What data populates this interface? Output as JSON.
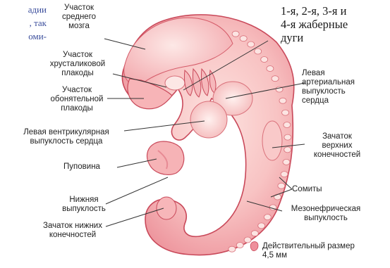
{
  "text_fragment": "адии\n, так\nоми-",
  "labels": {
    "midbrain": "Участок\nсреднего\nмозга",
    "arches": "1-я, 2-я, 3-я и\n4-я жаберные\nдуги",
    "lens": "Участок\nхрусталиковой\nплакоды",
    "olfactory": "Участок\nобонятельной\nплакоды",
    "arterial": "Левая\nартериальная\nвыпуклость\nсердца",
    "ventricular": "Левая вентрикулярная\nвыпуклость сердца",
    "upper_limb": "Зачаток\nверхних\nконечностей",
    "umbilical": "Пуповина",
    "somites": "Сомиты",
    "lower_prominence": "Нижняя\nвыпуклость",
    "mesonephric": "Мезонефрическая\nвыпуклость",
    "lower_limb": "Зачаток нижних\nконечностей",
    "actual_size": "Действительный размер\n4,5 мм"
  },
  "colors": {
    "body_outer": "#f2a2a6",
    "body_inner": "#fbd6d3",
    "outline": "#c9495a",
    "somite": "#fce4e2",
    "leader": "#333333",
    "fragment_text": "#3b4e9c"
  }
}
